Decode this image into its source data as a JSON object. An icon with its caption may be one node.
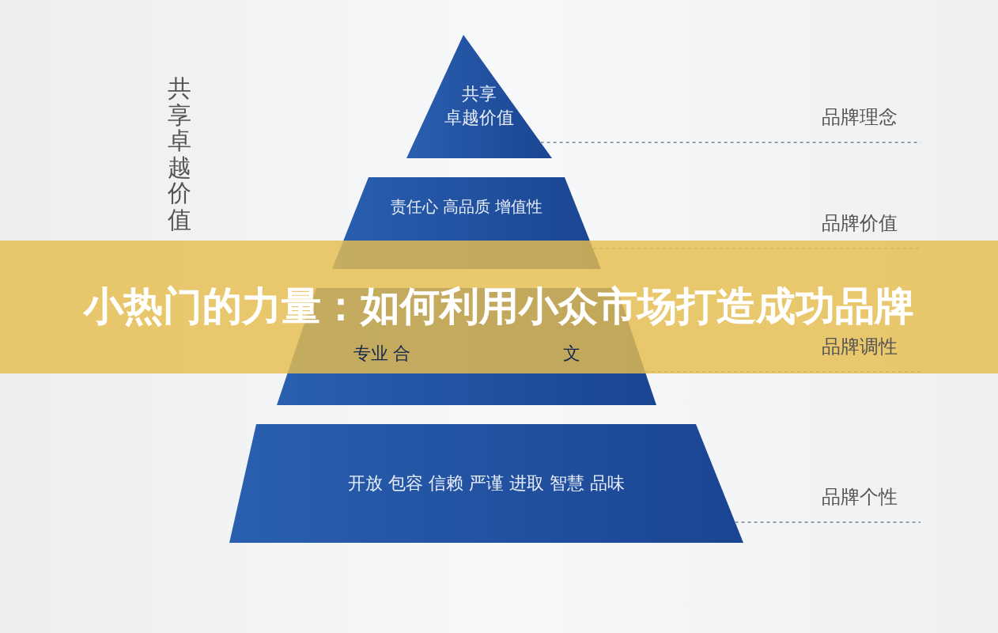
{
  "diagram": {
    "title": "小热门的力量：如何利用小众市场打造成功品牌",
    "nodes": [
      {
        "text": [
          "共享",
          "卓越价值"
        ]
      },
      {
        "text": [
          "责任心 高品质 增值性"
        ]
      },
      {
        "text": [
          "专业 合",
          "文"
        ]
      },
      {
        "text": [
          "开放 包容 信赖 严谨 进取 智慧 品味"
        ]
      },
      {
        "text": [
          "品牌理念"
        ]
      },
      {
        "text": [
          "品牌价值"
        ]
      },
      {
        "text": [
          "品牌调性"
        ]
      },
      {
        "text": [
          "品牌个性"
        ]
      }
    ],
    "edges": [
      {
        "from": 0,
        "to": 4,
        "arrow": "none",
        "style": "dashed"
      },
      {
        "from": 1,
        "to": 5,
        "arrow": "none",
        "style": "dashed"
      },
      {
        "from": 2,
        "to": 6,
        "arrow": "none",
        "style": "dashed"
      },
      {
        "from": 3,
        "to": 7,
        "arrow": "none",
        "style": "dashed"
      }
    ],
    "labels": [
      "共享卓越价值"
    ]
  }
}
